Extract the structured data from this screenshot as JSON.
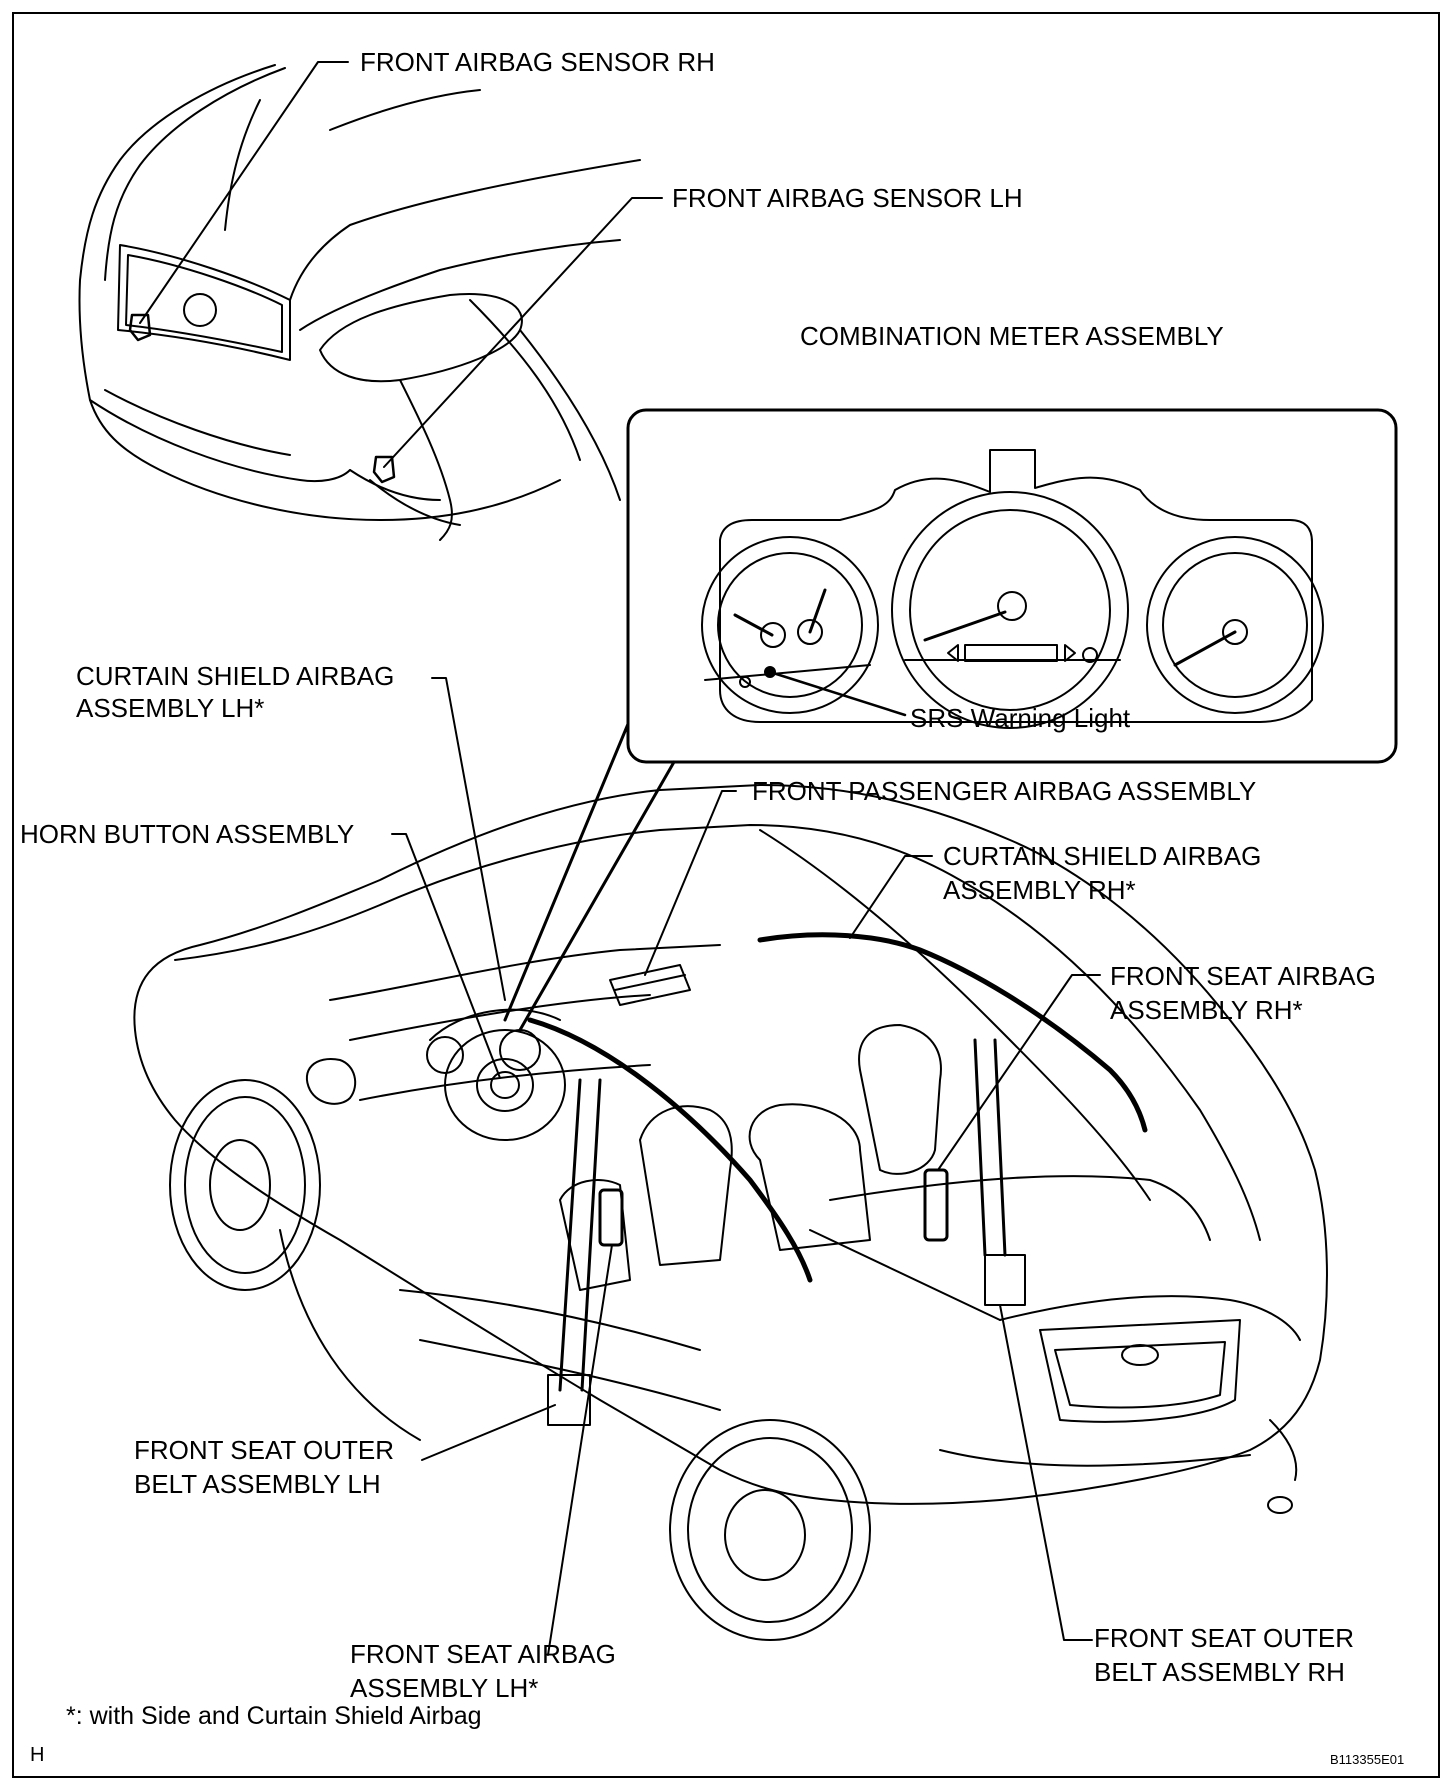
{
  "labels": {
    "front_airbag_sensor_rh": "FRONT AIRBAG SENSOR RH",
    "front_airbag_sensor_lh": "FRONT AIRBAG SENSOR LH",
    "combination_meter_assembly": "COMBINATION METER ASSEMBLY",
    "srs_warning_light": "SRS Warning Light",
    "curtain_shield_airbag_lh_line1": "CURTAIN SHIELD AIRBAG",
    "curtain_shield_airbag_lh_line2": "ASSEMBLY LH*",
    "horn_button_assembly": "HORN BUTTON ASSEMBLY",
    "front_passenger_airbag_assembly": "FRONT PASSENGER AIRBAG ASSEMBLY",
    "curtain_shield_airbag_rh_line1": "CURTAIN SHIELD AIRBAG",
    "curtain_shield_airbag_rh_line2": "ASSEMBLY RH*",
    "front_seat_airbag_rh_line1": "FRONT SEAT AIRBAG",
    "front_seat_airbag_rh_line2": "ASSEMBLY RH*",
    "front_seat_outer_belt_lh_line1": "FRONT SEAT OUTER",
    "front_seat_outer_belt_lh_line2": "BELT ASSEMBLY LH",
    "front_seat_airbag_lh_line1": "FRONT SEAT AIRBAG",
    "front_seat_airbag_lh_line2": "ASSEMBLY LH*",
    "front_seat_outer_belt_rh_line1": "FRONT SEAT OUTER",
    "front_seat_outer_belt_rh_line2": "BELT ASSEMBLY RH"
  },
  "footnote": "*: with Side and Curtain Shield Airbag",
  "corner_mark": "H",
  "figure_code": "B113355E01"
}
